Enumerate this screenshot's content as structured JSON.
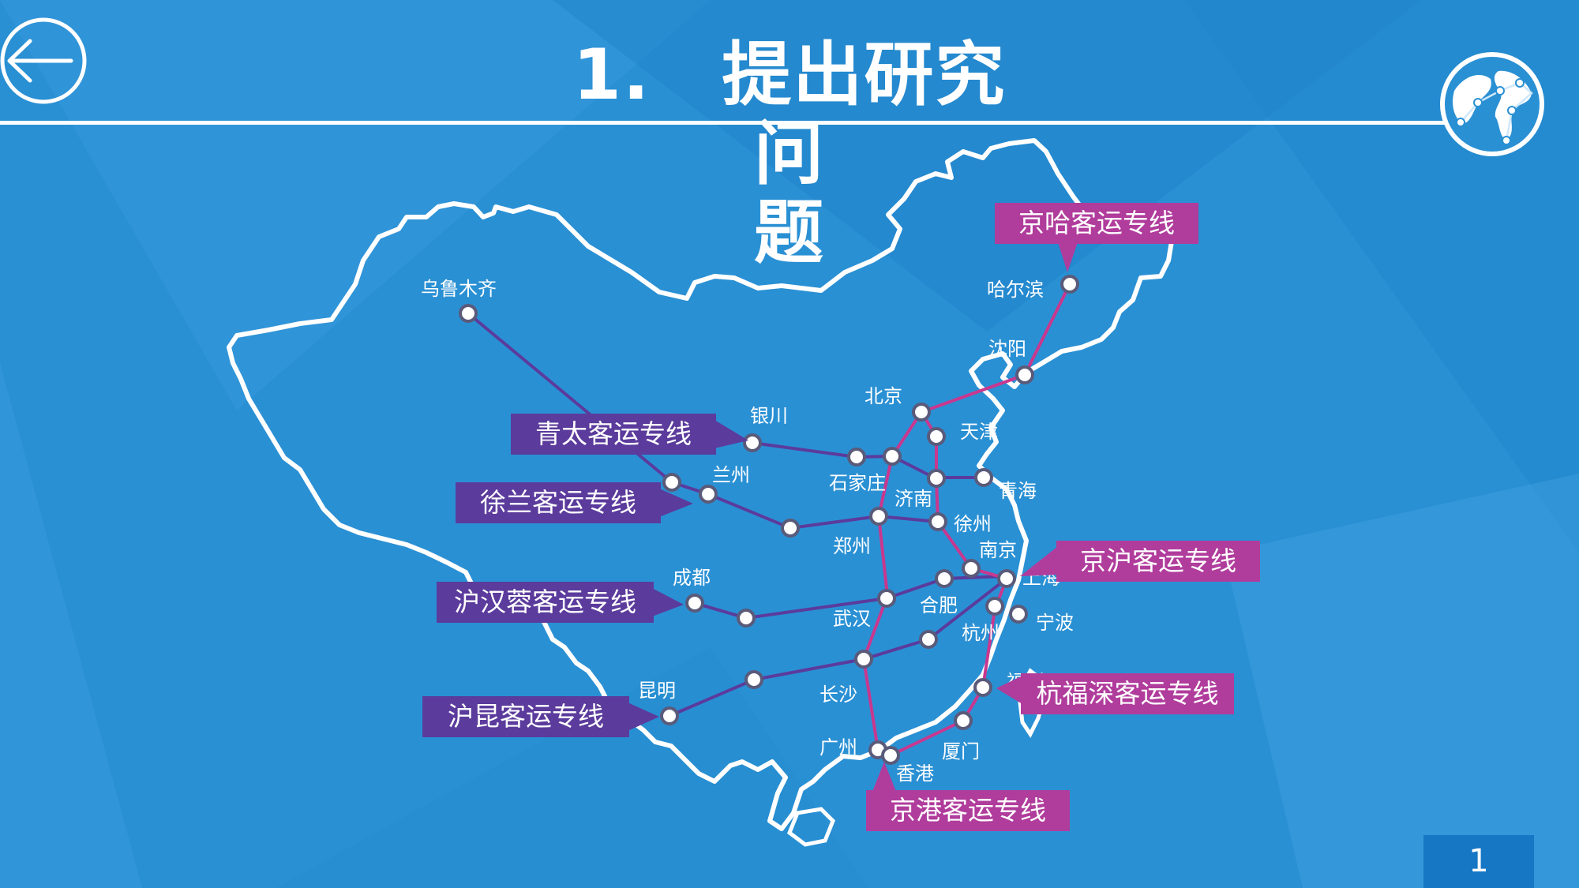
{
  "slide": {
    "title_line1": "1.　提出研究问",
    "title_line2": "题",
    "page_number": "1"
  },
  "icons": {
    "back": "back-arrow-icon",
    "logo": "globe-network-icon"
  },
  "colors": {
    "background": "#2a90d4",
    "purple_line": "#5b3b9c",
    "pink_line": "#c8388f",
    "tag_purple": "#5b3b9c",
    "tag_pink": "#b03c9c",
    "page_badge": "#1677c4"
  },
  "lines": {
    "jingha": "京哈客运专线",
    "qingtai": "青太客运专线",
    "xulan": "徐兰客运专线",
    "jinghu": "京沪客运专线",
    "huhanrong": "沪汉蓉客运专线",
    "hangfushen": "杭福深客运专线",
    "hukun": "沪昆客运专线",
    "jinggang": "京港客运专线"
  },
  "cities": {
    "wulumuqi": "乌鲁木齐",
    "haerbin": "哈尔滨",
    "shenyang": "沈阳",
    "beijing": "北京",
    "tianjin": "天津",
    "yinchuan": "银川",
    "lanzhou": "兰州",
    "shijiazhuang": "石家庄",
    "jinan": "济南",
    "qinghai": "青海",
    "xuzhou": "徐州",
    "zhengzhou": "郑州",
    "nanjing": "南京",
    "shanghai": "上海",
    "chengdu": "成都",
    "hefei": "合肥",
    "wuhan": "武汉",
    "ningbo": "宁波",
    "hangzhou": "杭州",
    "fuzhou": "福州",
    "kunming": "昆明",
    "changsha": "长沙",
    "guangzhou": "广州",
    "xiamen": "厦门",
    "xianggang": "香港"
  }
}
